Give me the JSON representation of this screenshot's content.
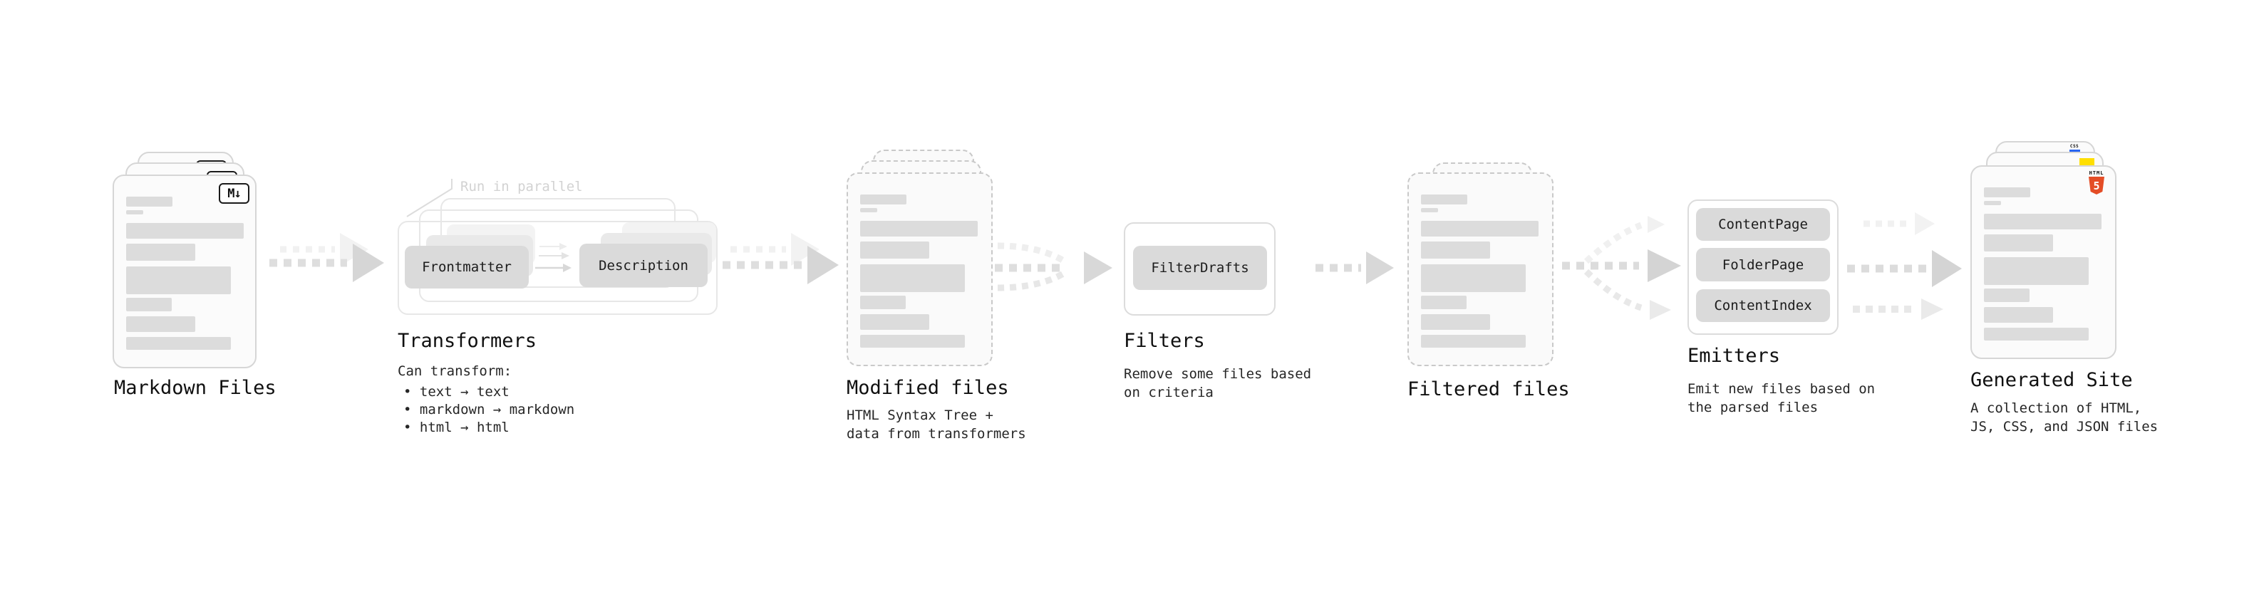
{
  "stages": {
    "markdown_files": {
      "label": "Markdown Files",
      "badge": "M↓"
    },
    "transformers": {
      "label": "Transformers",
      "annotation": "Run in parallel",
      "pill_left": "Frontmatter",
      "pill_right": "Description",
      "caption_title": "Can transform:",
      "bullets": [
        "• text → text",
        "• markdown → markdown",
        "• html → html"
      ]
    },
    "modified_files": {
      "label": "Modified files",
      "caption": [
        "HTML Syntax Tree +",
        "data from transformers"
      ]
    },
    "filters": {
      "label": "Filters",
      "pill": "FilterDrafts",
      "caption": [
        "Remove some files based",
        "on criteria"
      ]
    },
    "filtered_files": {
      "label": "Filtered files"
    },
    "emitters": {
      "label": "Emitters",
      "pills": [
        "ContentPage",
        "FolderPage",
        "ContentIndex"
      ],
      "caption": [
        "Emit new files based on",
        "the parsed files"
      ]
    },
    "generated_site": {
      "label": "Generated Site",
      "caption": [
        "A collection of HTML,",
        "JS, CSS, and JSON files"
      ],
      "file_badges": {
        "html_word": "HTML",
        "html_number": "5",
        "css": "CSS"
      }
    }
  },
  "colors": {
    "html5_orange": "#e44d26",
    "js_yellow": "#ffdf00",
    "css_blue": "#2965f1",
    "arrow_main": "#d9d9d9",
    "arrow_ghost": "#f0f0f0",
    "bar_fill": "#dcdcdc"
  },
  "doc_bars": [
    {
      "w": 65,
      "h": 14,
      "mt": 0
    },
    {
      "w": 24,
      "h": 6,
      "mt": 5
    },
    {
      "w": 165,
      "h": 22,
      "mt": 12
    },
    {
      "w": 97,
      "h": 24,
      "mt": 7
    },
    {
      "w": 147,
      "h": 39,
      "mt": 8
    },
    {
      "w": 64,
      "h": 19,
      "mt": 5
    },
    {
      "w": 97,
      "h": 22,
      "mt": 7
    },
    {
      "w": 147,
      "h": 18,
      "mt": 7
    }
  ]
}
